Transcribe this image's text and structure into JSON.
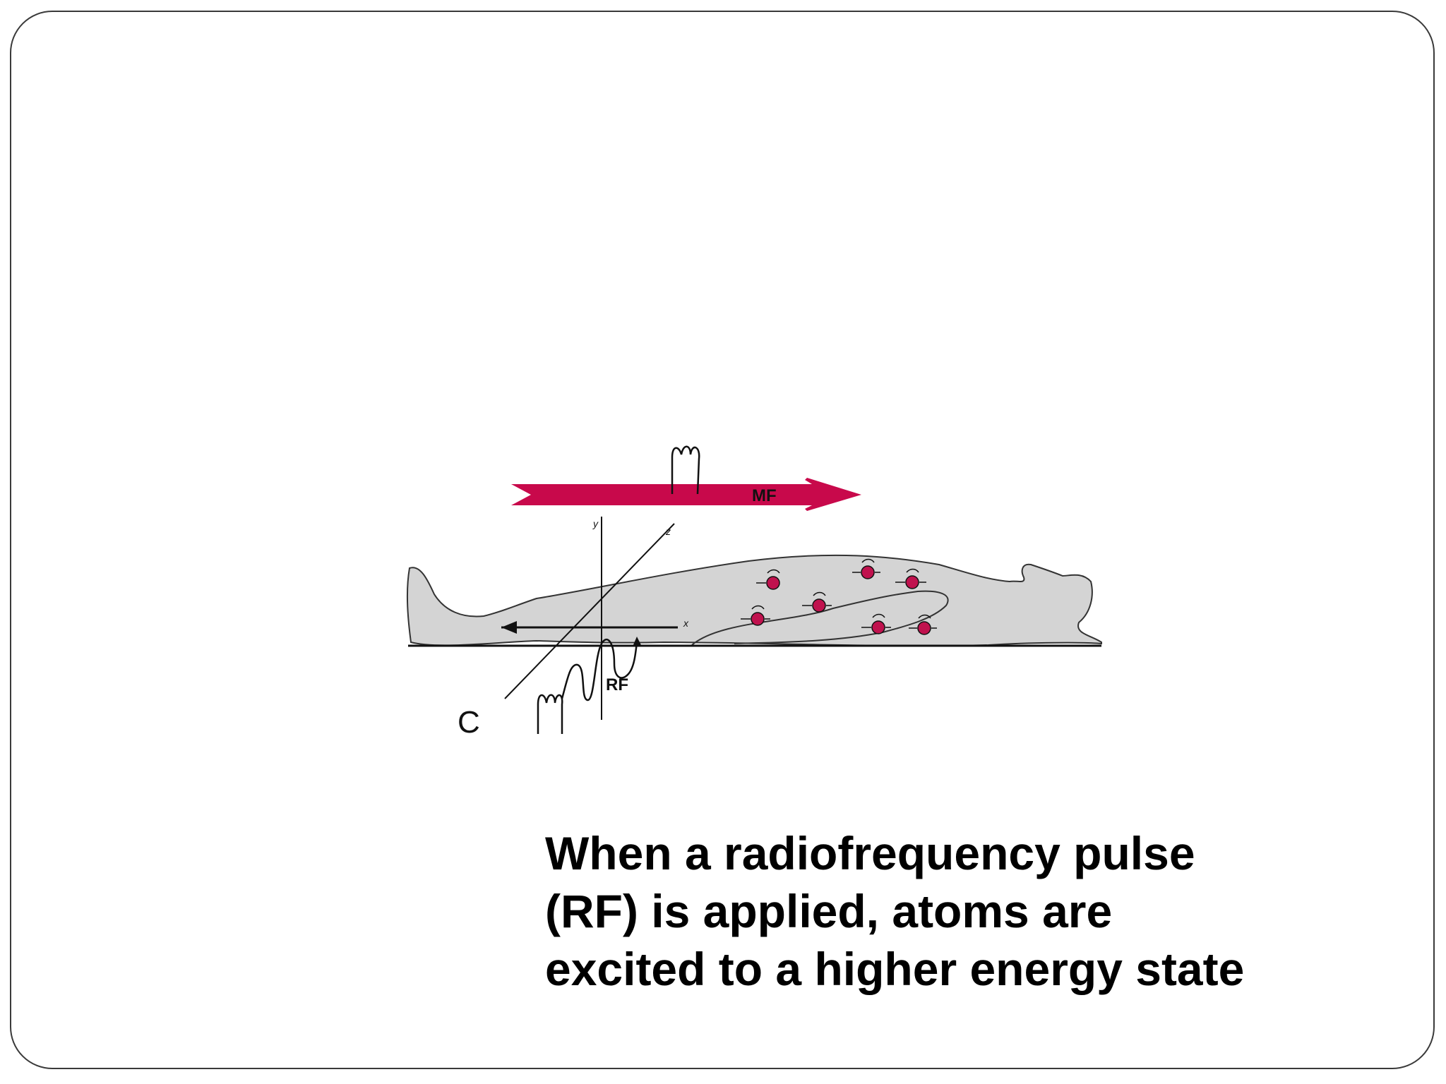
{
  "figure": {
    "panel_letter": "C",
    "field_label": "MF",
    "pulse_label": "RF",
    "axis_x": "x",
    "axis_y": "y",
    "axis_z": "z",
    "colors": {
      "field_arrow": "#c8094b",
      "body_fill": "#d4d4d4",
      "proton": "#c0124e",
      "line": "#111111"
    }
  },
  "caption": "When a radiofrequency pulse (RF) is applied, atoms are excited to a higher energy state"
}
